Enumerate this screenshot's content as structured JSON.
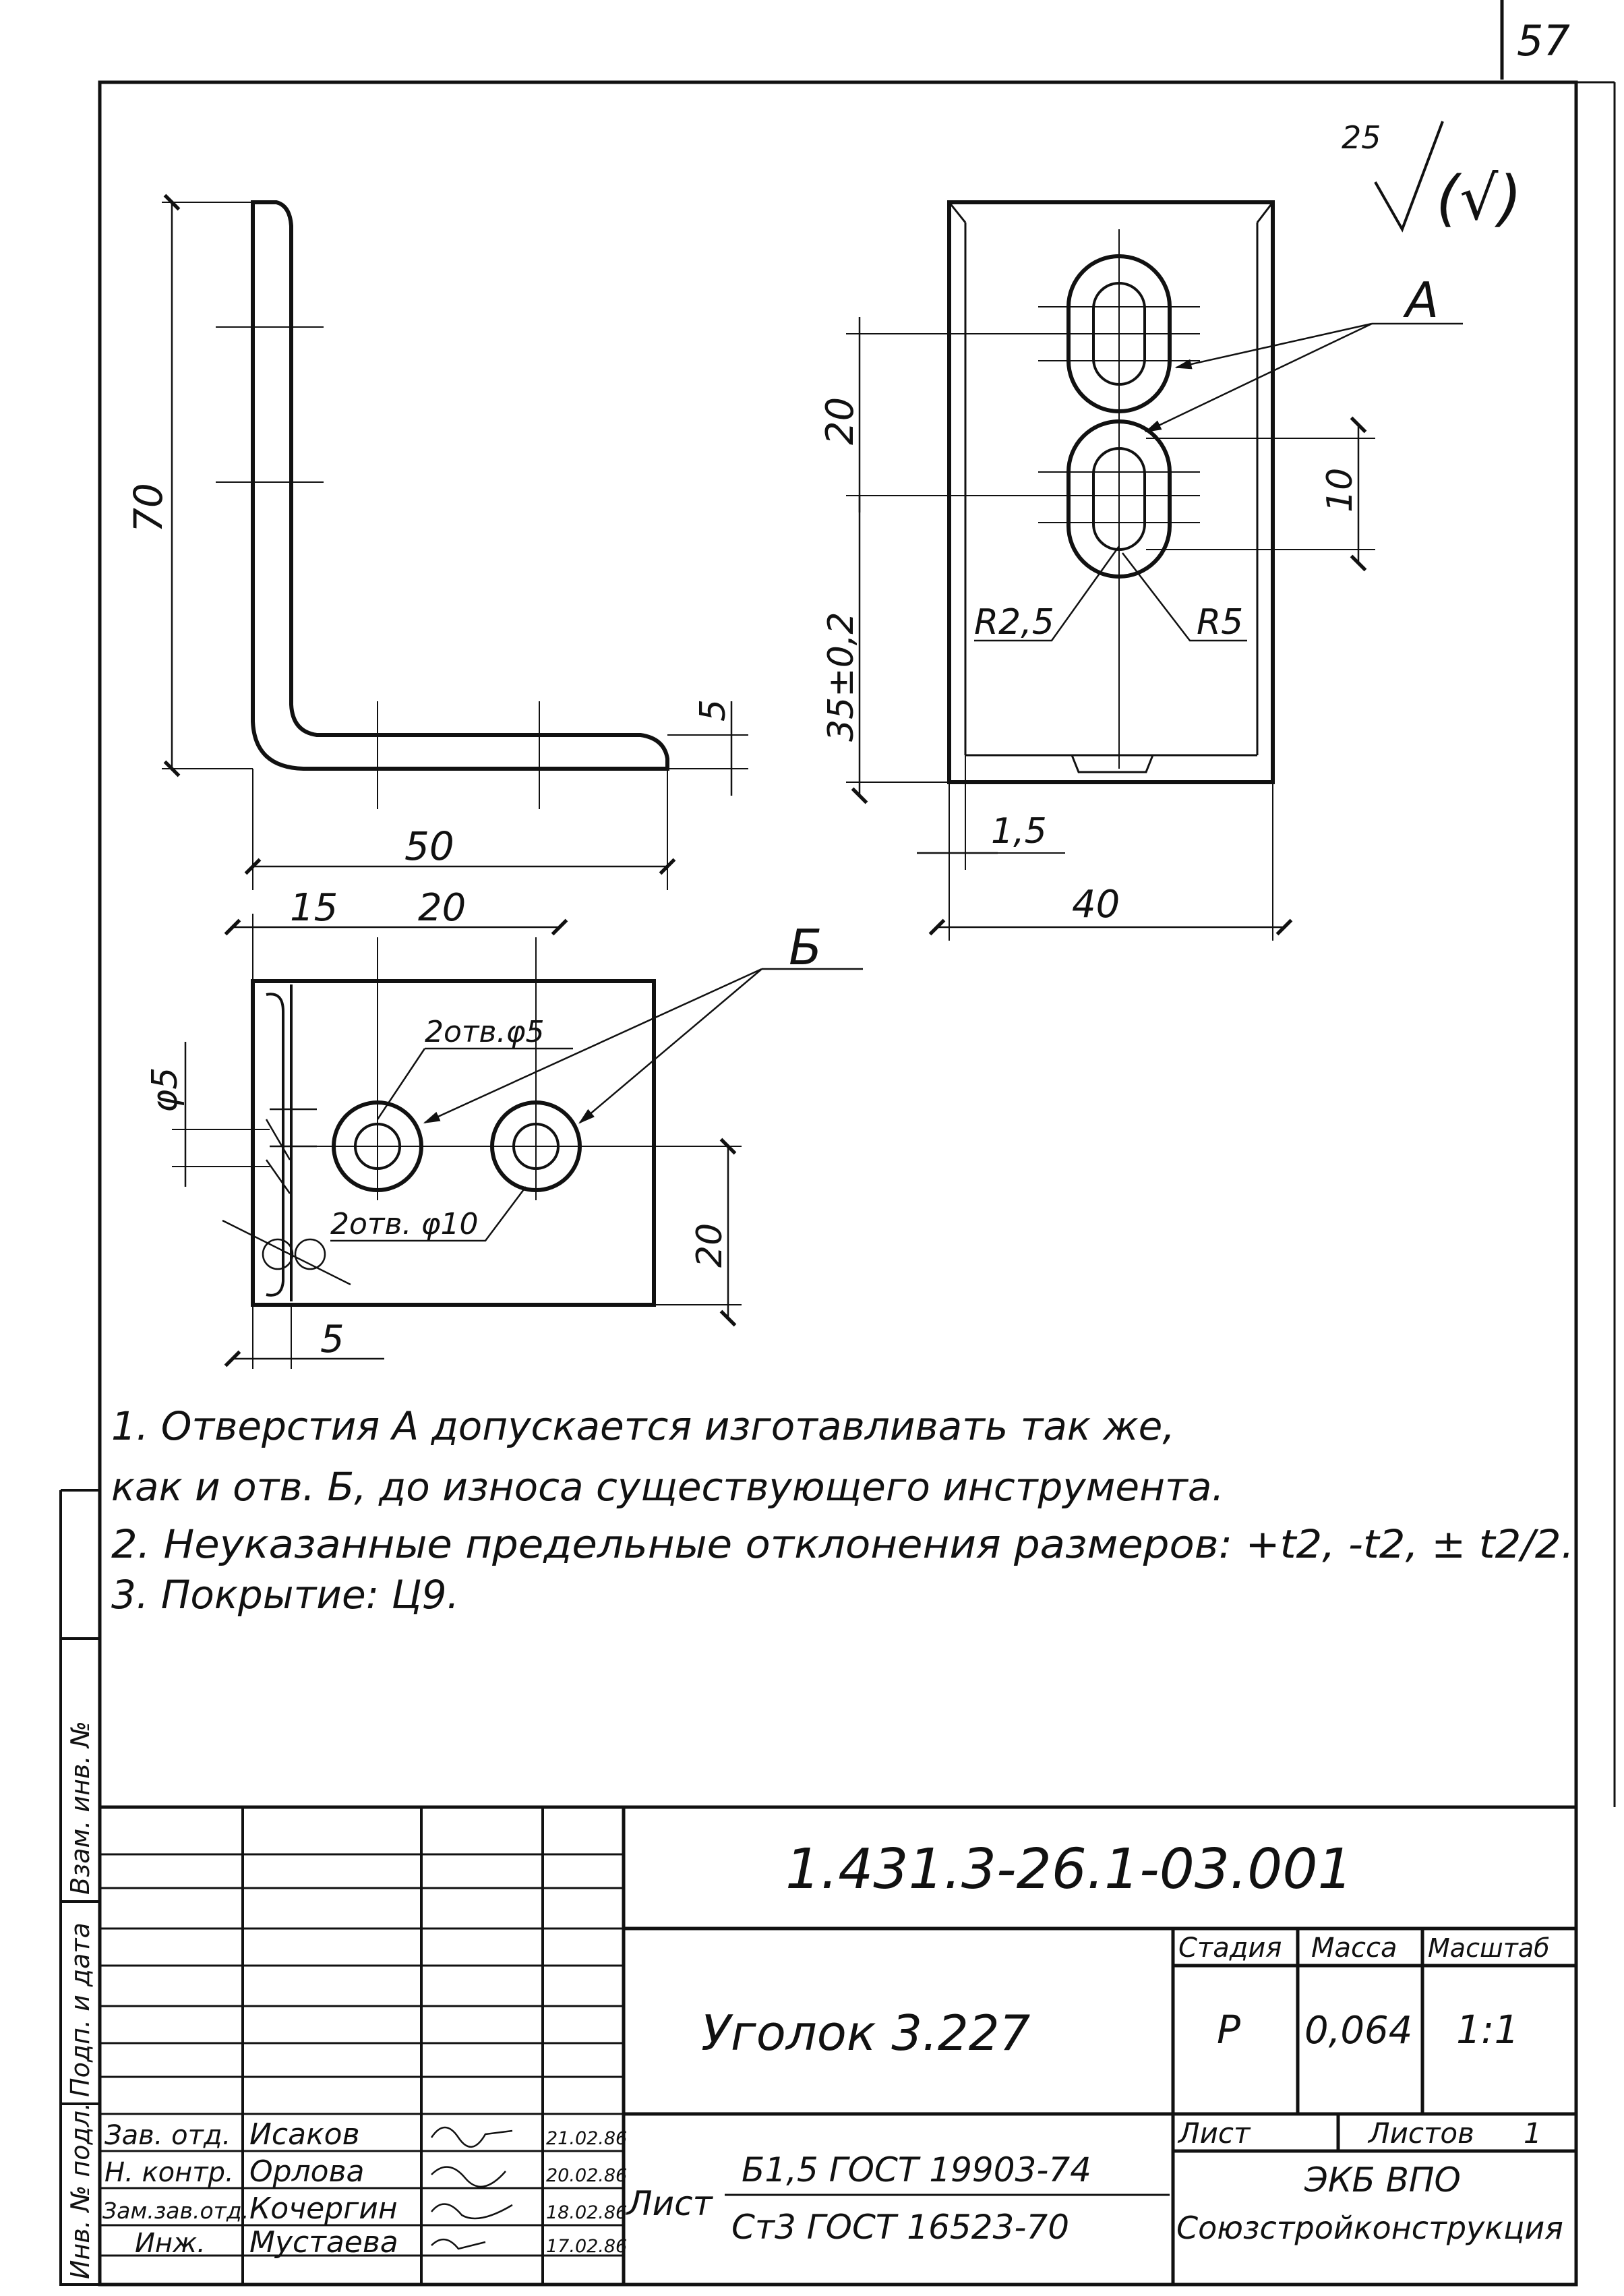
{
  "sheet_number": "57",
  "roughness": {
    "value": "25",
    "note": "(√)"
  },
  "views": {
    "side": {
      "dims": {
        "height": "70",
        "width": "50",
        "thickness": "5"
      }
    },
    "front": {
      "callout": "A",
      "dims": {
        "spacing": "20",
        "from_base": "35±0,2",
        "slot_width": "10",
        "r_small": "R2,5",
        "r_large": "R5",
        "edge": "1,5",
        "width": "40"
      }
    },
    "plan": {
      "callout": "Б",
      "dims": {
        "from_edge": "15",
        "spacing": "20",
        "depth": "20",
        "bend": "5",
        "hole_dia": "φ5"
      },
      "holes_small": "2отв.φ5",
      "holes_large": "2отв. φ10"
    }
  },
  "notes": [
    "1. Отверстия А допускается изготавливать так же,",
    "как и отв. Б, до износа существующего инструмента.",
    "2. Неуказанные предельные отклонения размеров: +t2, -t2, ± t2/2.",
    "3. Покрытие: Ц9."
  ],
  "side_stamp": [
    "Инв. № подл.",
    "Подп. и дата",
    "Взам. инв. №"
  ],
  "title_block": {
    "designation": "1.431.3-26.1-03.001",
    "part_name": "Уголок 3.227",
    "headers": {
      "stage": "Стадия",
      "mass": "Масса",
      "scale": "Масштаб"
    },
    "values": {
      "stage": "Р",
      "mass": "0,064",
      "scale": "1:1"
    },
    "sheet_label": "Лист",
    "sheets_label": "Листов",
    "sheets_value": "1",
    "material_label": "Лист",
    "material_line1": "Б1,5 ГОСТ 19903-74",
    "material_line2": "Ст3 ГОСТ 16523-70",
    "organization_line1": "ЭКБ ВПО",
    "organization_line2": "Союзстройконструкция",
    "signatures": [
      {
        "role": "Зав. отд.",
        "name": "Исаков",
        "date": "21.02.86"
      },
      {
        "role": "Н. контр.",
        "name": "Орлова",
        "date": "20.02.86"
      },
      {
        "role": "Зам.зав.отд.",
        "name": "Кочергин",
        "date": "18.02.86"
      },
      {
        "role": "Инж.",
        "name": "Мустаева",
        "date": "17.02.86"
      }
    ]
  }
}
